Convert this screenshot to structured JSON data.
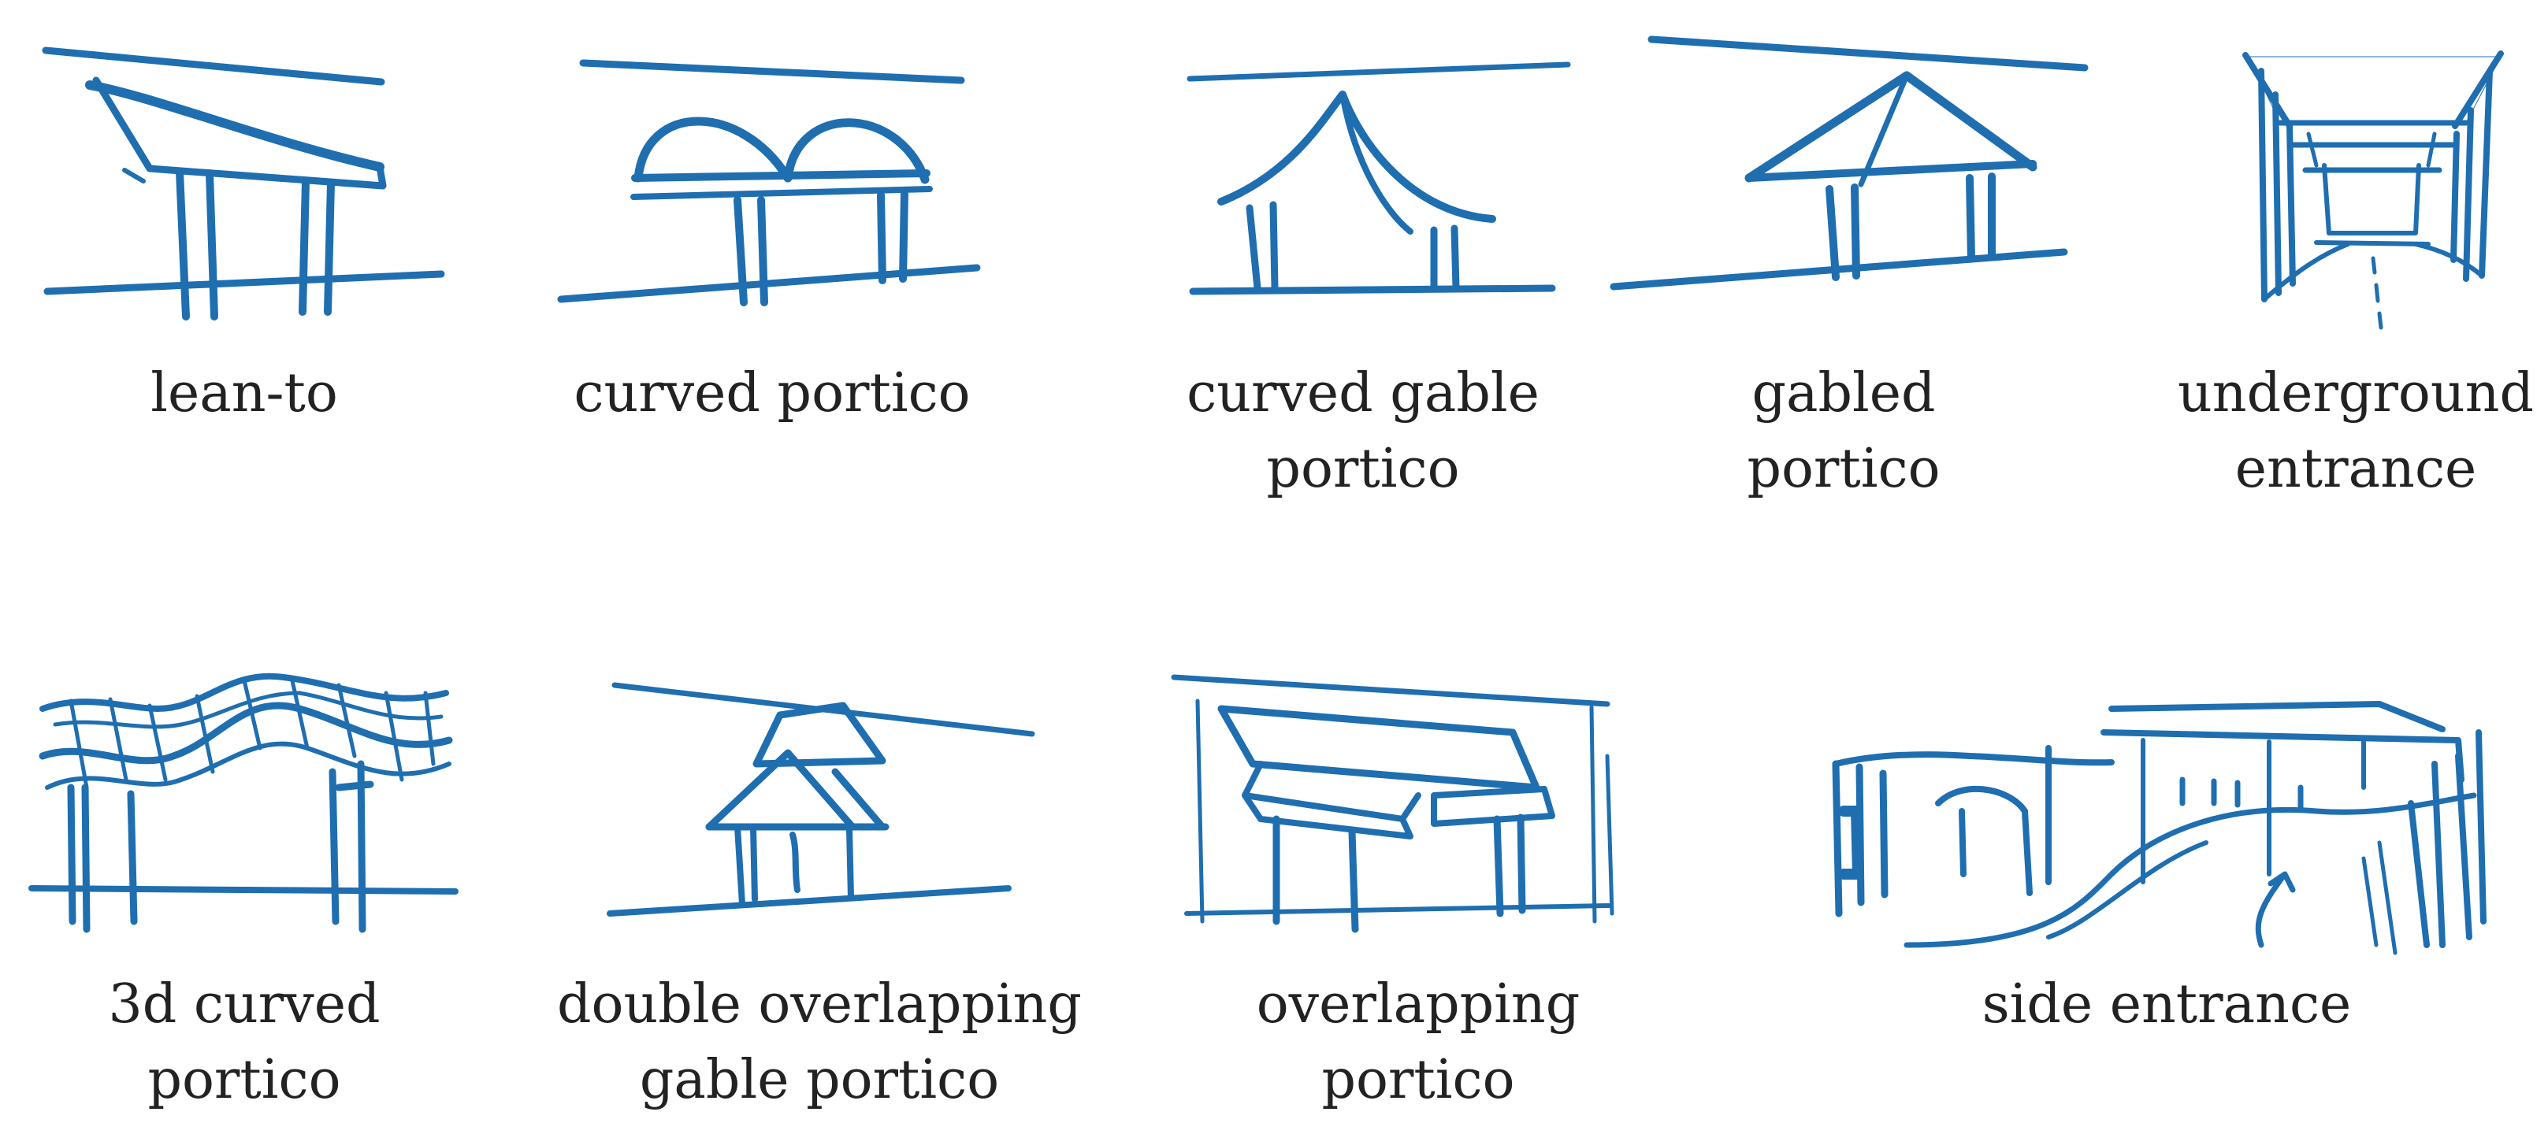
{
  "figure": {
    "stroke_color": "#1f6eb0",
    "items": [
      {
        "id": "lean-to",
        "icon": "lean-to-sketch",
        "lines": [
          "lean-to"
        ]
      },
      {
        "id": "curved-portico",
        "icon": "curved-portico-sketch",
        "lines": [
          "curved portico"
        ]
      },
      {
        "id": "curved-gable-portico",
        "icon": "curved-gable-portico-sketch",
        "lines": [
          "curved gable",
          "portico"
        ]
      },
      {
        "id": "gabled-portico",
        "icon": "gabled-portico-sketch",
        "lines": [
          "gabled",
          "portico"
        ]
      },
      {
        "id": "underground-entrance",
        "icon": "underground-entrance-sketch",
        "lines": [
          "underground",
          "entrance"
        ]
      },
      {
        "id": "3d-curved-portico",
        "icon": "3d-curved-portico-sketch",
        "lines": [
          "3d curved",
          "portico"
        ]
      },
      {
        "id": "double-overlapping-gable-portico",
        "icon": "double-overlapping-gable-portico-sketch",
        "lines": [
          "double overlapping",
          "gable portico"
        ]
      },
      {
        "id": "overlapping-portico",
        "icon": "overlapping-portico-sketch",
        "lines": [
          "overlapping",
          "portico"
        ]
      },
      {
        "id": "side-entrance",
        "icon": "side-entrance-sketch",
        "lines": [
          "side entrance"
        ]
      }
    ]
  }
}
